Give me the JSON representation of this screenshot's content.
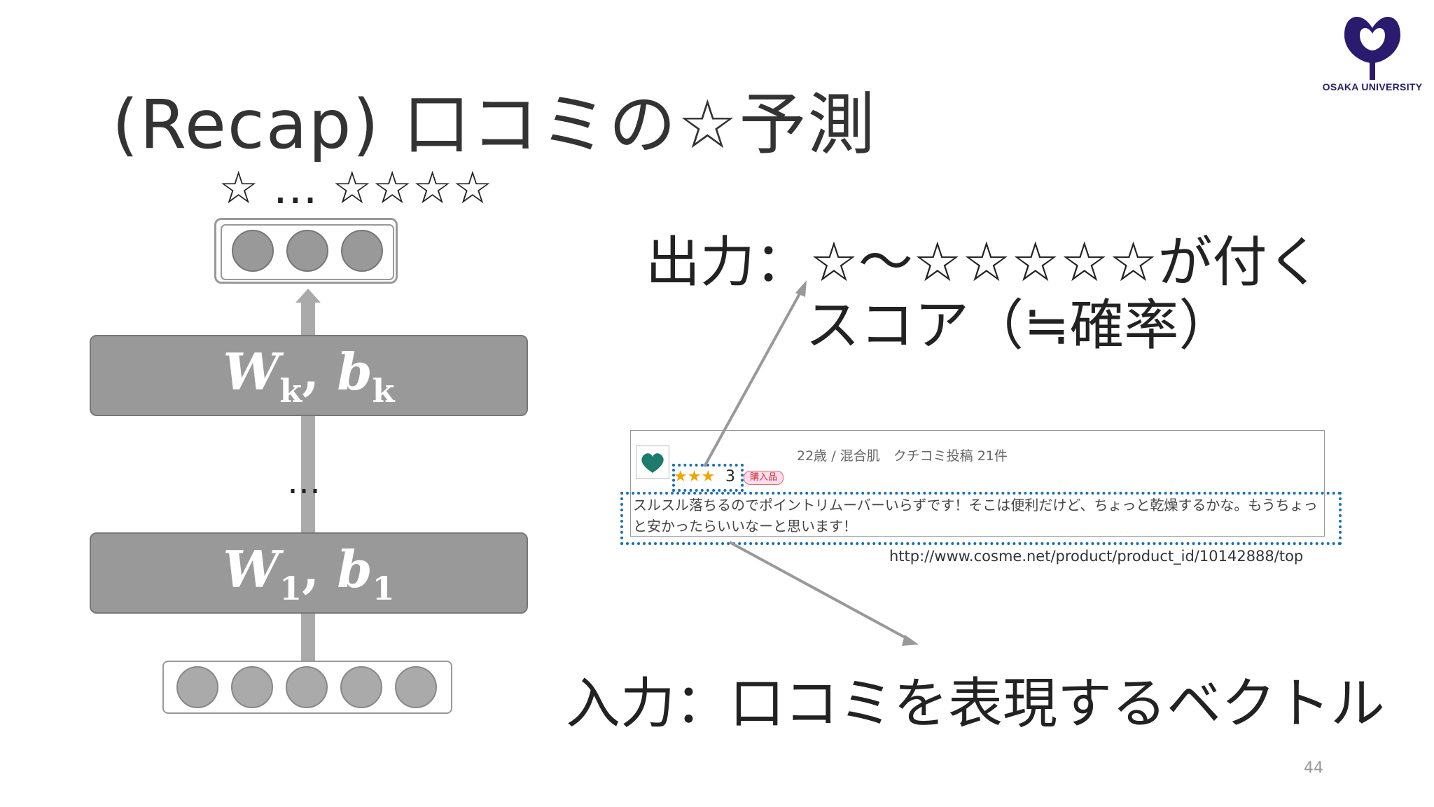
{
  "slide": {
    "title": "(Recap) 口コミの☆予測",
    "page_number": "44",
    "logo_text": "OSAKA UNIVERSITY"
  },
  "network": {
    "output_stars": "☆ … ☆☆☆☆",
    "top_layer_label": {
      "base": "W",
      "sub": "k",
      "bias": "b",
      "bias_sub": "k"
    },
    "bottom_layer_label": {
      "base": "W",
      "sub": "1",
      "bias": "b",
      "bias_sub": "1"
    },
    "vertical_dots": "⋮"
  },
  "annotations": {
    "output_line1": "出力：☆～☆☆☆☆☆が付く",
    "output_line2": "スコア（≒確率）",
    "input": "入力：口コミを表現するベクトル"
  },
  "review": {
    "meta": "22歳 / 混合肌　クチコミ投稿 21件",
    "stars": "★★★",
    "score": "3",
    "badge": "購入品",
    "body": "スルスル落ちるのでポイントリムーバーいらずです！そこは便利だけど、ちょっと乾燥するかな。もうちょっと安かったらいいなーと思います！",
    "url": "http://www.cosme.net/product/product_id/10142888/top"
  },
  "colors": {
    "layer_fill": "#999999",
    "node_fill": "#aaaaaa",
    "highlight_dots": "#1a6fb5",
    "logo": "#2a1b6e",
    "arrow": "#999999"
  }
}
